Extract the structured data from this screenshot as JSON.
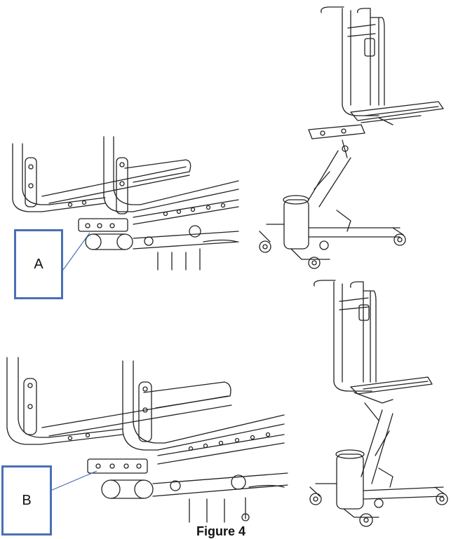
{
  "figure": {
    "caption": "Figure 4",
    "colors": {
      "line": "#222222",
      "callout_border": "#4a6fb5",
      "background": "#ffffff"
    }
  },
  "callouts": [
    {
      "label": "A"
    },
    {
      "label": "B"
    }
  ],
  "views": [
    {
      "name": "seat-detail-top",
      "depicts": "detail-view"
    },
    {
      "name": "chair-exploded",
      "depicts": "exploded-view"
    },
    {
      "name": "seat-detail-bottom",
      "depicts": "detail-view"
    },
    {
      "name": "chair-assembled",
      "depicts": "assembled-view"
    }
  ]
}
